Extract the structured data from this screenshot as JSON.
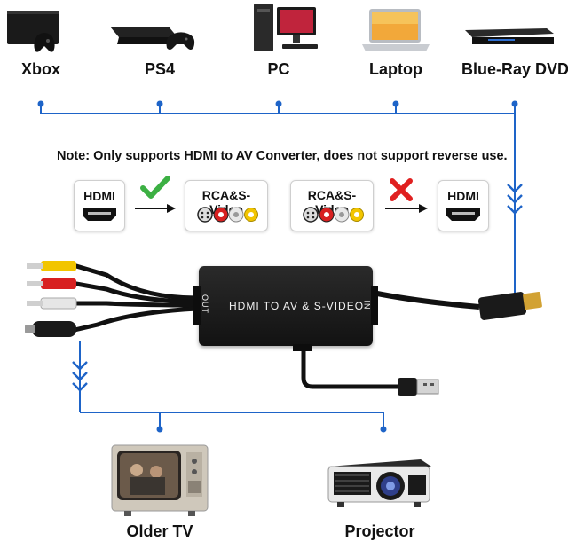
{
  "sources": [
    {
      "label": "Xbox",
      "icon": "xbox-console-icon"
    },
    {
      "label": "PS4",
      "icon": "ps4-console-icon"
    },
    {
      "label": "PC",
      "icon": "desktop-pc-icon"
    },
    {
      "label": "Laptop",
      "icon": "laptop-icon"
    },
    {
      "label": "Blue-Ray DVD",
      "icon": "bluray-player-icon"
    }
  ],
  "note": "Note: Only supports HDMI to AV Converter, does not support reverse use.",
  "diagram": {
    "hdmi_label": "HDMI",
    "rca_label": "RCA&S-Video",
    "supported_mark": "check-icon",
    "unsupported_mark": "cross-icon"
  },
  "converter": {
    "title": "HDMI TO AV & S-VIDEO",
    "out_label": "OUT",
    "in_label": "IN"
  },
  "outputs": [
    {
      "label": "Older TV",
      "icon": "crt-tv-icon"
    },
    {
      "label": "Projector",
      "icon": "projector-icon"
    }
  ],
  "colors": {
    "line_blue": "#1e64c8",
    "check_green": "#3cb043",
    "cross_red": "#e02020",
    "rca_yellow": "#f2c500",
    "rca_white": "#e8e8e8",
    "rca_red": "#d82020",
    "device_black": "#1a1a1a"
  }
}
